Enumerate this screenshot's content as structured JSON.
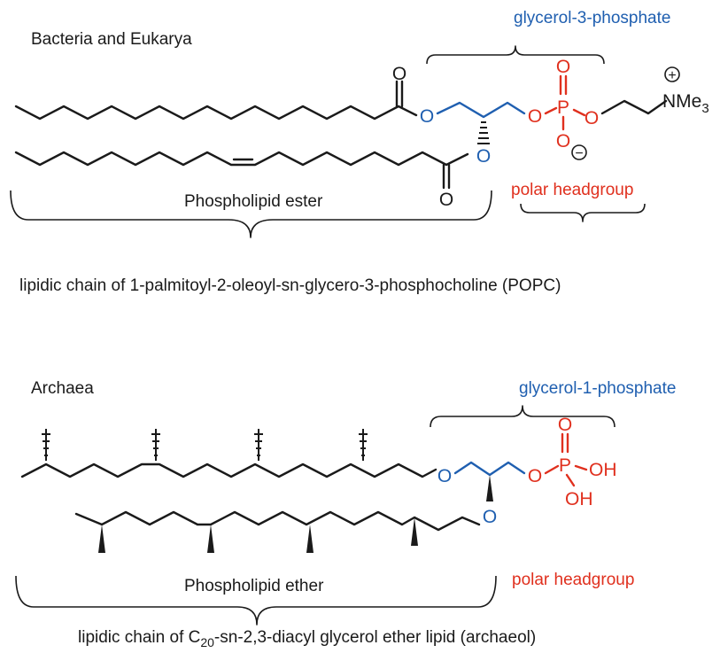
{
  "colors": {
    "text": "#1a1a1a",
    "bond": "#1a1a1a",
    "glycerol": "#1f5fb0",
    "phosphate": "#e0301e"
  },
  "top": {
    "domain_label": "Bacteria and Eukarya",
    "glycerol_label": "glycerol-3-phosphate",
    "headgroup_label": "polar headgroup",
    "lipid_type_label": "Phospholipid ester",
    "caption": "lipidic chain of 1-palmitoyl-2-oleoyl-sn-glycero-3-phosphocholine (POPC)",
    "atoms": {
      "ester_o_carbonyl_1": "O",
      "ester_o_carbonyl_2": "O",
      "ester_o_1": "O",
      "ester_o_2": "O",
      "phosphate_o_link": "O",
      "phosphate_o_top": "O",
      "phosphate_p": "P",
      "phosphate_o_right": "O",
      "phosphate_o_bottom": "O",
      "minus_charge": "−",
      "plus_charge": "+",
      "nitrogen": "NMe",
      "methyl_count": "3"
    }
  },
  "bottom": {
    "domain_label": "Archaea",
    "glycerol_label": "glycerol-1-phosphate",
    "headgroup_label": "polar headgroup",
    "lipid_type_label": "Phospholipid ether",
    "caption_prefix": "lipidic chain of C",
    "caption_subscript": "20",
    "caption_suffix": "-sn-2,3-diacyl glycerol ether lipid (archaeol)",
    "atoms": {
      "ether_o_1": "O",
      "ether_o_2": "O",
      "phosphate_o_link": "O",
      "phosphate_o_top": "O",
      "phosphate_p": "P",
      "hydroxyl_1": "OH",
      "hydroxyl_2": "OH"
    }
  }
}
